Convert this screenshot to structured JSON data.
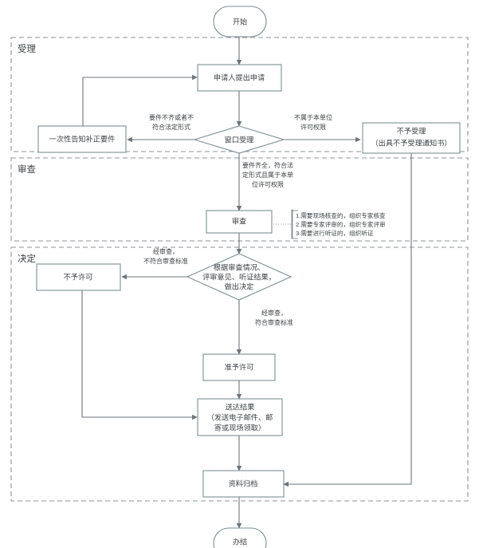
{
  "diagram": {
    "title_visible": false,
    "colors": {
      "background": "#ffffff",
      "node_stroke": "#7f8c91",
      "connector": "#6e7478",
      "lane_stroke": "#8d9296",
      "text": "#3c4043"
    },
    "lanes": [
      {
        "id": "lane-acceptance",
        "label": "受理"
      },
      {
        "id": "lane-review",
        "label": "审查"
      },
      {
        "id": "lane-decision",
        "label": "决定"
      }
    ],
    "nodes": [
      {
        "id": "start",
        "shape": "terminal",
        "label": "开始"
      },
      {
        "id": "apply",
        "shape": "process",
        "label": "申请人提出申请"
      },
      {
        "id": "window-accept",
        "shape": "decision",
        "label": "窗口受理"
      },
      {
        "id": "one-time-notice",
        "shape": "process",
        "label": "一次性告知补正要件"
      },
      {
        "id": "no-accept",
        "shape": "process",
        "label_line1": "不予受理",
        "label_line2": "（出具不予受理通知书）"
      },
      {
        "id": "review",
        "shape": "process",
        "label": "审查"
      },
      {
        "id": "decide",
        "shape": "decision",
        "label_line1": "根据审查情况、",
        "label_line2": "评审意见、听证结果，",
        "label_line3": "做出决定"
      },
      {
        "id": "no-permit",
        "shape": "process",
        "label": "不予许可"
      },
      {
        "id": "permit",
        "shape": "process",
        "label": "准予许可"
      },
      {
        "id": "deliver",
        "shape": "process",
        "label_line1": "送达结果",
        "label_line2": "（发送电子邮件、邮",
        "label_line3": "寄或现场领取）"
      },
      {
        "id": "archive",
        "shape": "process",
        "label": "资料归档"
      },
      {
        "id": "end",
        "shape": "terminal",
        "label": "办结"
      }
    ],
    "edge_labels": [
      {
        "id": "edge-incomplete",
        "line1": "要件不齐或者不",
        "line2": "符合法定形式"
      },
      {
        "id": "edge-out-of-scope",
        "line1": "不属于本单位",
        "line2": "许可权限"
      },
      {
        "id": "edge-complete",
        "line1": "要件齐全，符合法",
        "line2": "定形式且属于本单",
        "line3": "位许可权限"
      },
      {
        "id": "edge-not-qualified",
        "line1": "经审查，",
        "line2": "不符合审查标准"
      },
      {
        "id": "edge-qualified",
        "line1": "经审查，",
        "line2": "符合审查标准"
      }
    ],
    "note": {
      "id": "review-note",
      "lines": [
        "1.需要现场核查的，组织专家核查",
        "2.需要专家评审的，组织专家评审",
        "3.需要进行听证的，组织听证"
      ]
    }
  }
}
